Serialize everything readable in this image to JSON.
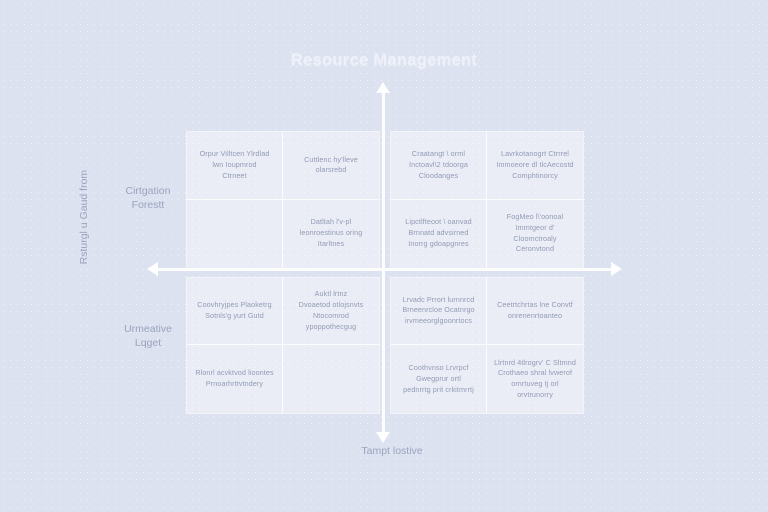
{
  "chart": {
    "title": "Resource Management",
    "type": "2x2-quadrant-matrix"
  },
  "axes": {
    "vertical_label": "Rsturgl u Gaud from",
    "horizontal_label": "Tampt lostive",
    "top_left_label": "Cirtgation\nForestt",
    "bottom_left_label": "Urmeative\nLqget",
    "arrows": {
      "up": "arrow-up-icon",
      "down": "arrow-down-icon",
      "left": "arrow-left-icon",
      "right": "arrow-right-icon"
    }
  },
  "quadrants": [
    {
      "name": "top-left",
      "cells": [
        {
          "text": "Orpur Villtcen Ylrdlad\nlwn Ioupmrod\nCtrneet"
        },
        {
          "text": "Cuttlenc hy'lleve\nolarsrebd"
        },
        {
          "text": ""
        },
        {
          "text": "Datltah l'v-pl\nleonroestinus oring\nItarltnes"
        }
      ]
    },
    {
      "name": "top-right",
      "cells": [
        {
          "text": "Craatangt \\ orml\nInctoavl\\2 tdoorga\nCloodanges"
        },
        {
          "text": "Lavrkotanogrt Ctrrrel\nImmoeore dl tlcAecostd\nComphtinorcy"
        },
        {
          "text": "Lipctlfteoot \\ oanvad\nBrnnatd advsirned\nInorrg gdoapgnres"
        },
        {
          "text": "FogMeo l\\'oonoal\nImmtgeor d' Cloomctroaly\nCeronvtond"
        }
      ]
    },
    {
      "name": "bottom-left",
      "cells": [
        {
          "text": "Coovhryjpes Plaoketrg\nSotnls'g yurt Gutd"
        },
        {
          "text": "Auktl lrtnz\nDvoaetod otlojsnvts\nNtocomrod\nypoppothecgug"
        },
        {
          "text": "Rlonrl acvktvod lioontes\nPrnoarhrttvtndery"
        },
        {
          "text": ""
        }
      ]
    },
    {
      "name": "bottom-right",
      "cells": [
        {
          "text": "Lrvadc Prrort lurnnrcd\nBrneenrcloe Ocatnrgo\nirvmeeorglgoonrtocs"
        },
        {
          "text": "Ceetrtchrtas lne Convtf\nonrenenrtoanteo"
        },
        {
          "text": "Coothvnso Lrvrpcf\nGwegprur ortl\npednrrtg prit crkitmrrtj"
        },
        {
          "text": "Llrtnrd 4tlrogrv' C Sltmnd\nCrothaeo shral lvwerof\nornrtuveg tj orl orvtrunorry"
        }
      ]
    }
  ],
  "colors": {
    "background": "#dde2f0",
    "cell_fill": "#e4e9f4",
    "axis": "#ffffff",
    "text": "#8a94b0",
    "title": "#eef1f9"
  }
}
